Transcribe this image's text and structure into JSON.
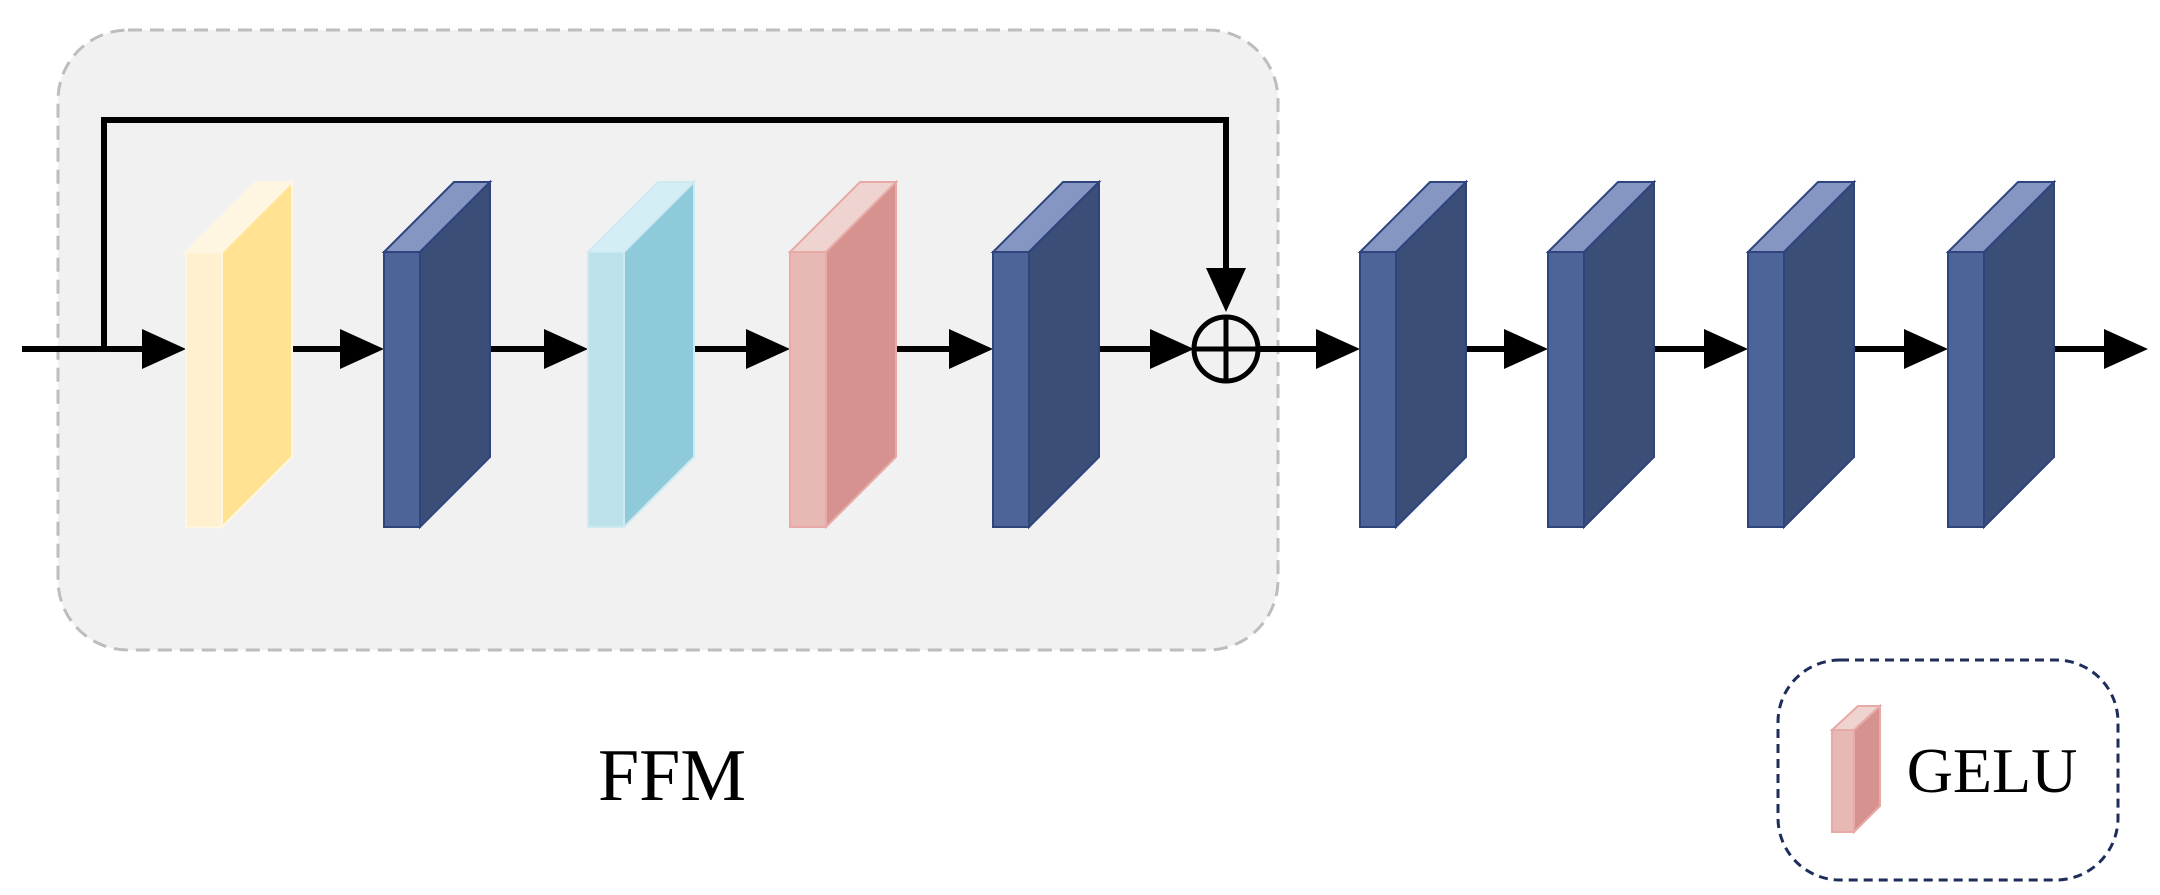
{
  "module": {
    "label": "FFM"
  },
  "legend": {
    "label": "GELU"
  },
  "colors": {
    "module_bg": "#f1f1f1",
    "module_border": "#bdbdbd",
    "legend_border": "#1f2d5a",
    "arrow": "#000000",
    "yellow_front": "#fff1d0",
    "yellow_side": "#ffe393",
    "cyan_front": "#bde1ea",
    "cyan_side": "#8fcadb",
    "pink_front": "#e7b8b4",
    "pink_side": "#d6928e",
    "blue_front": "#4d6499",
    "blue_side": "#3b4e78",
    "blue_top": "#8696c3"
  },
  "blocks": [
    {
      "name": "block-yellow",
      "color": "yellow"
    },
    {
      "name": "block-blue-1",
      "color": "blue"
    },
    {
      "name": "block-cyan",
      "color": "cyan"
    },
    {
      "name": "block-gelu",
      "color": "pink"
    },
    {
      "name": "block-blue-2",
      "color": "blue"
    },
    {
      "name": "block-blue-3",
      "color": "blue"
    },
    {
      "name": "block-blue-4",
      "color": "blue"
    },
    {
      "name": "block-blue-5",
      "color": "blue"
    },
    {
      "name": "block-blue-6",
      "color": "blue"
    }
  ],
  "operator": {
    "name": "element-wise-sum",
    "symbol": "⊕"
  }
}
